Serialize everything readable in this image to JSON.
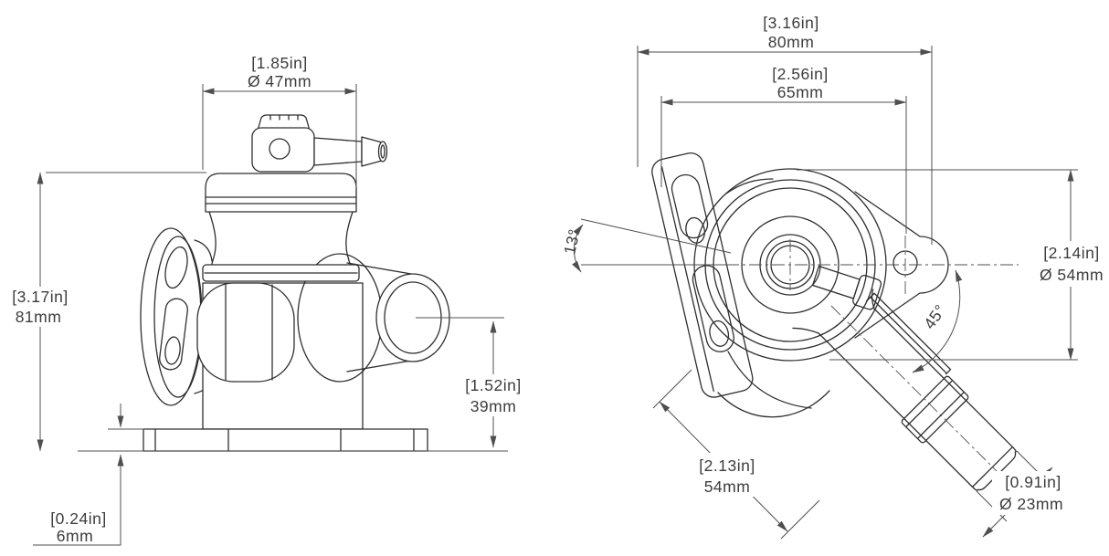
{
  "drawing": {
    "type": "technical-dimension-drawing",
    "subject": "blow-off valve, front view and top view",
    "colors": {
      "background": "#ffffff",
      "part_line": "#2f2f2f",
      "dimension_line": "#4f4f4f",
      "text": "#3d3d3d"
    },
    "dimensions": {
      "cap_diameter": {
        "inches": "[1.85in]",
        "metric": "Ø 47mm"
      },
      "overall_height": {
        "inches": "[3.17in]",
        "metric": "81mm"
      },
      "outlet_height": {
        "inches": "[1.52in]",
        "metric": "39mm"
      },
      "flange_thickness": {
        "inches": "[0.24in]",
        "metric": "6mm"
      },
      "overall_width": {
        "inches": "[3.16in]",
        "metric": "80mm"
      },
      "hole_spacing": {
        "inches": "[2.56in]",
        "metric": "65mm"
      },
      "body_diameter": {
        "inches": "[2.14in]",
        "metric": "Ø 54mm"
      },
      "outlet_length": {
        "inches": "[2.13in]",
        "metric": "54mm"
      },
      "outlet_pipe_diameter": {
        "inches": "[0.91in]",
        "metric": "Ø 23mm"
      },
      "bracket_angle": "13°",
      "outlet_angle": "45°"
    }
  }
}
